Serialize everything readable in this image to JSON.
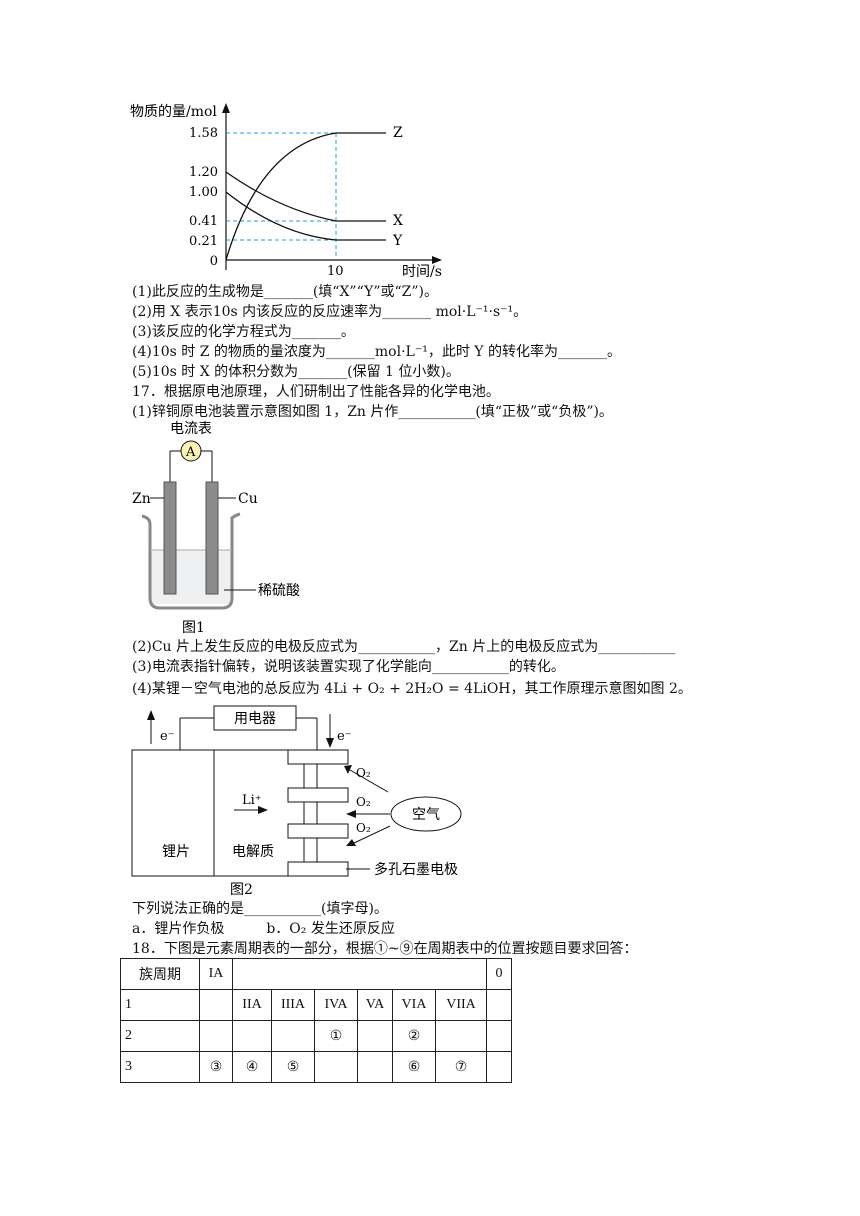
{
  "graph": {
    "ylabel": "物质的量/mol",
    "xlabel": "时间/s",
    "yticks": [
      "1.58",
      "1.20",
      "1.00",
      "0.41",
      "0.21",
      "0"
    ],
    "xtick": "10",
    "curves": [
      "Z",
      "X",
      "Y"
    ]
  },
  "q16_lines": [
    "(1)此反应的生成物是_______(填“X”“Y”或“Z”)。",
    "(2)用 X 表示10s 内该反应的反应速率为_______ mol·L⁻¹·s⁻¹。",
    "(3)该反应的化学方程式为_______。",
    "(4)10s 时 Z 的物质的量浓度为_______mol·L⁻¹，此时 Y 的转化率为_______。",
    "(5)10s 时 X 的体积分数为_______(保留 1 位小数)。"
  ],
  "q17_intro": "17．根据原电池原理，人们研制出了性能各异的化学电池。",
  "q17_1": "(1)锌铜原电池装置示意图如图 1，Zn 片作___________(填“正极”或“负极”)。",
  "fig1": {
    "ammeter_label": "电流表",
    "ammeter_symbol": "A",
    "zn": "Zn",
    "cu": "Cu",
    "acid": "稀硫酸",
    "caption": "图1"
  },
  "q17_lines": [
    "(2)Cu 片上发生反应的电极反应式为___________，Zn 片上的电极反应式为___________",
    "(3)电流表指针偏转，说明该装置实现了化学能向___________的转化。",
    "(4)某锂－空气电池的总反应为 4Li + O₂ + 2H₂O = 4LiOH，其工作原理示意图如图 2。"
  ],
  "fig2": {
    "device": "用电器",
    "electron": "e⁻",
    "li_ion": "Li⁺",
    "o2": "O₂",
    "air": "空气",
    "lithium": "锂片",
    "electrolyte": "电解质",
    "electrode": "多孔石墨电极",
    "caption": "图2"
  },
  "q17_tail": [
    "下列说法正确的是___________(填字母)。",
    "a．锂片作负极　　　b．O₂ 发生还原反应"
  ],
  "q18_intro": "18．下图是元素周期表的一部分，根据①~⑨在周期表中的位置按题目要求回答：",
  "table": {
    "header": [
      "族周期",
      "IA",
      "",
      "0"
    ],
    "row1": [
      "1",
      "",
      "IIA",
      "IIIA",
      "IVA",
      "VA",
      "VIA",
      "VIIA",
      ""
    ],
    "row2": [
      "2",
      "",
      "",
      "",
      "①",
      "",
      "②",
      "",
      ""
    ],
    "row3": [
      "3",
      "③",
      "④",
      "⑤",
      "",
      "",
      "⑥",
      "⑦",
      ""
    ]
  }
}
